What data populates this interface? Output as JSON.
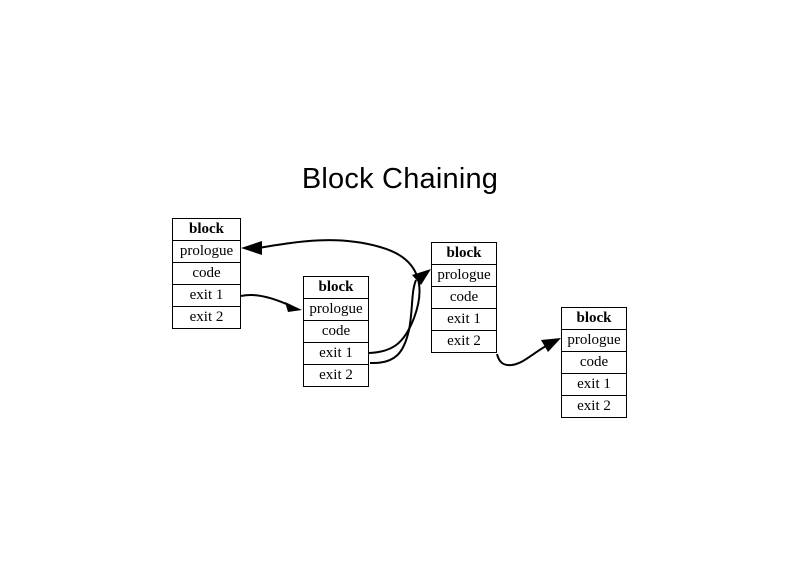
{
  "diagram": {
    "title": "Block Chaining",
    "row_labels": [
      "block",
      "prologue",
      "code",
      "exit 1",
      "exit 2"
    ],
    "blocks": [
      {
        "id": "block-1",
        "rows": [
          "block",
          "prologue",
          "code",
          "exit 1",
          "exit 2"
        ]
      },
      {
        "id": "block-2",
        "rows": [
          "block",
          "prologue",
          "code",
          "exit 1",
          "exit 2"
        ]
      },
      {
        "id": "block-3",
        "rows": [
          "block",
          "prologue",
          "code",
          "exit 1",
          "exit 2"
        ]
      },
      {
        "id": "block-4",
        "rows": [
          "block",
          "prologue",
          "code",
          "exit 1",
          "exit 2"
        ]
      }
    ],
    "edges": [
      {
        "name": "edge-block1-exit1-to-block2-prologue",
        "from": "block-1 exit 1",
        "to": "block-2 prologue"
      },
      {
        "name": "edge-block2-exit1-to-block1-prologue",
        "from": "block-2 exit 1",
        "to": "block-1 prologue"
      },
      {
        "name": "edge-block2-to-block3-prologue",
        "from": "block-2 exit 2",
        "to": "block-3 prologue"
      },
      {
        "name": "edge-block3-to-block4-prologue",
        "from": "block-3 exit 2",
        "to": "block-4 prologue"
      }
    ],
    "colors": {
      "stroke": "#000000",
      "background": "#ffffff",
      "text": "#000000"
    }
  }
}
